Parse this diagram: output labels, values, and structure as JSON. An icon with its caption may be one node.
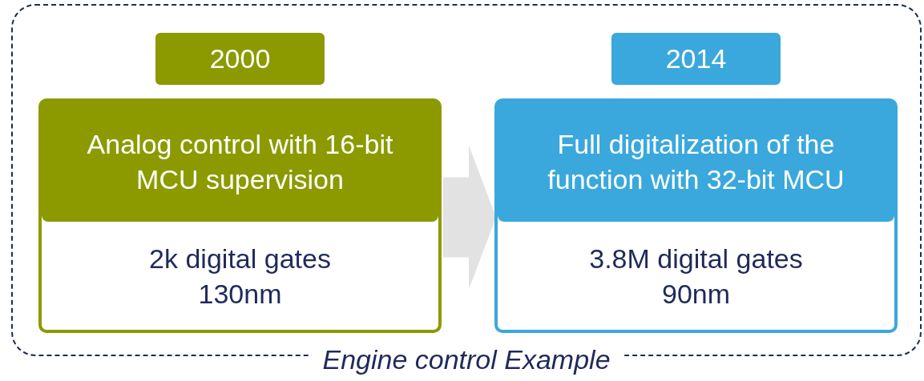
{
  "diagram": {
    "nodes": [
      {
        "text": [
          "Engine control Example"
        ]
      },
      {
        "text": [
          "2000"
        ],
        "in": 0
      },
      {
        "text": [
          "Analog control with 16-bit MCU supervision",
          "2k digital gates 130nm"
        ],
        "in": 0
      },
      {
        "text": [
          "2014"
        ],
        "in": 0
      },
      {
        "text": [
          "Full digitalization of the function with 32-bit MCU",
          "3.8M digital gates 90nm"
        ],
        "in": 0
      }
    ],
    "edges": [
      {
        "from": 2,
        "to": 4,
        "arrow": "to"
      }
    ]
  }
}
